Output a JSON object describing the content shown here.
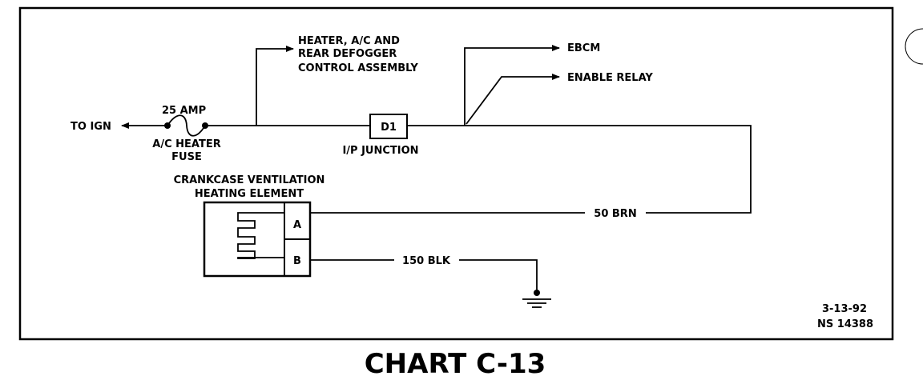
{
  "diagram": {
    "title": "CHART C-13",
    "labels": {
      "to_ign": "TO IGN",
      "fuse_rating": "25 AMP",
      "fuse_name_line1": "A/C HEATER",
      "fuse_name_line2": "FUSE",
      "heater_ctrl_line1": "HEATER, A/C AND",
      "heater_ctrl_line2": "REAR DEFOGGER",
      "heater_ctrl_line3": "CONTROL ASSEMBLY",
      "ebcm": "EBCM",
      "enable_relay": "ENABLE RELAY",
      "junction_id": "D1",
      "junction_name": "I/P JUNCTION",
      "element_line1": "CRANKCASE VENTILATION",
      "element_line2": "HEATING ELEMENT",
      "pin_a": "A",
      "pin_b": "B",
      "wire_a": "50 BRN",
      "wire_b": "150 BLK",
      "date": "3-13-92",
      "ref": "NS 14388"
    }
  }
}
